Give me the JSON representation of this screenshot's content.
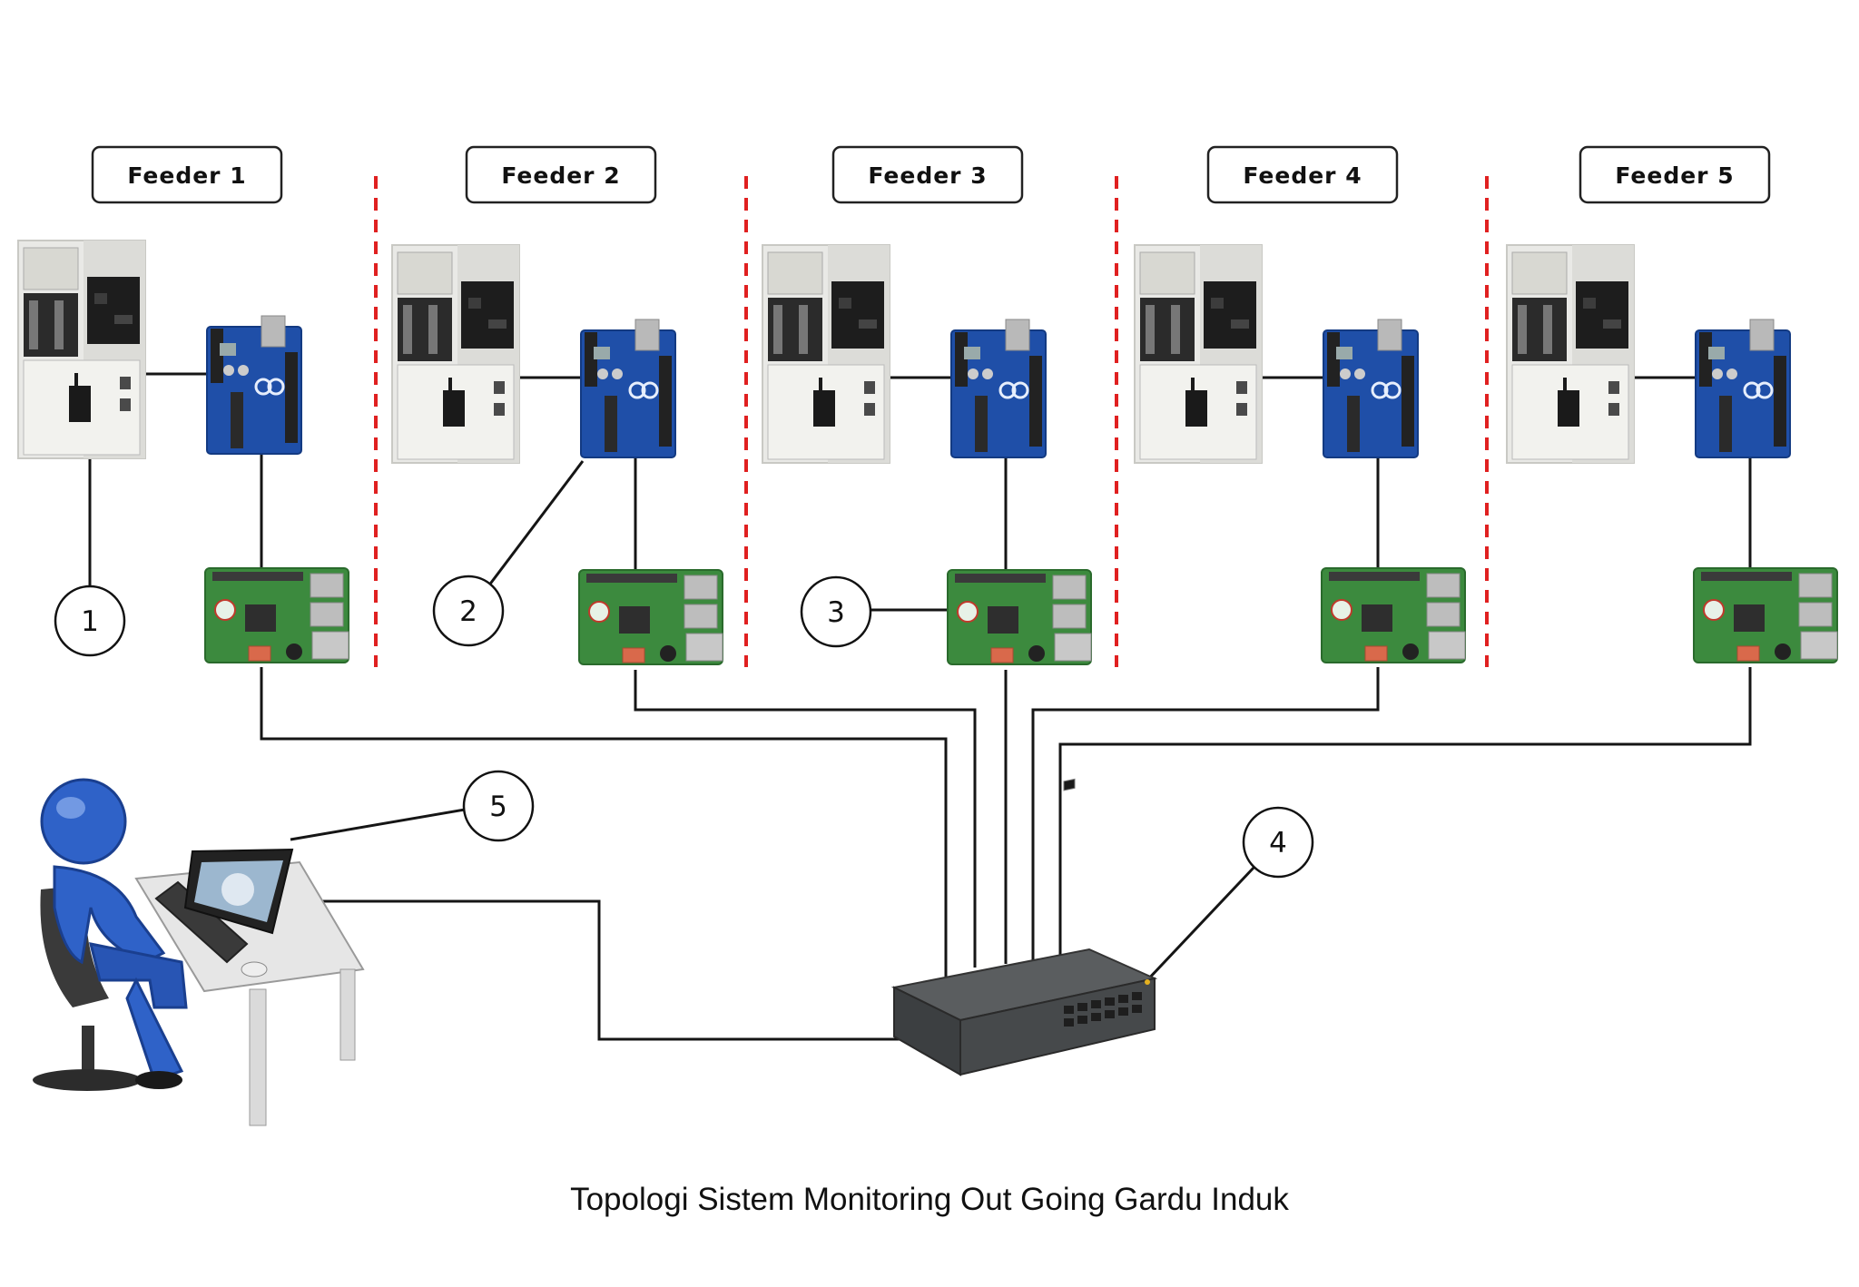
{
  "feeders": [
    {
      "label": "Feeder 1"
    },
    {
      "label": "Feeder 2"
    },
    {
      "label": "Feeder 3"
    },
    {
      "label": "Feeder 4"
    },
    {
      "label": "Feeder 5"
    }
  ],
  "callouts": [
    "1",
    "2",
    "3",
    "4",
    "5"
  ],
  "caption": "Topologi Sistem Monitoring Out Going Gardu Induk",
  "colors": {
    "divider": "#e02020",
    "arduino": "#1f4fa8",
    "raspberry_pi": "#3c8a3e",
    "switch": "#45484a",
    "operator": "#2f62c8"
  },
  "icons": [
    "switchgear-cabinet-icon",
    "arduino-board-icon",
    "raspberry-pi-board-icon",
    "network-switch-icon",
    "operator-workstation-icon"
  ]
}
